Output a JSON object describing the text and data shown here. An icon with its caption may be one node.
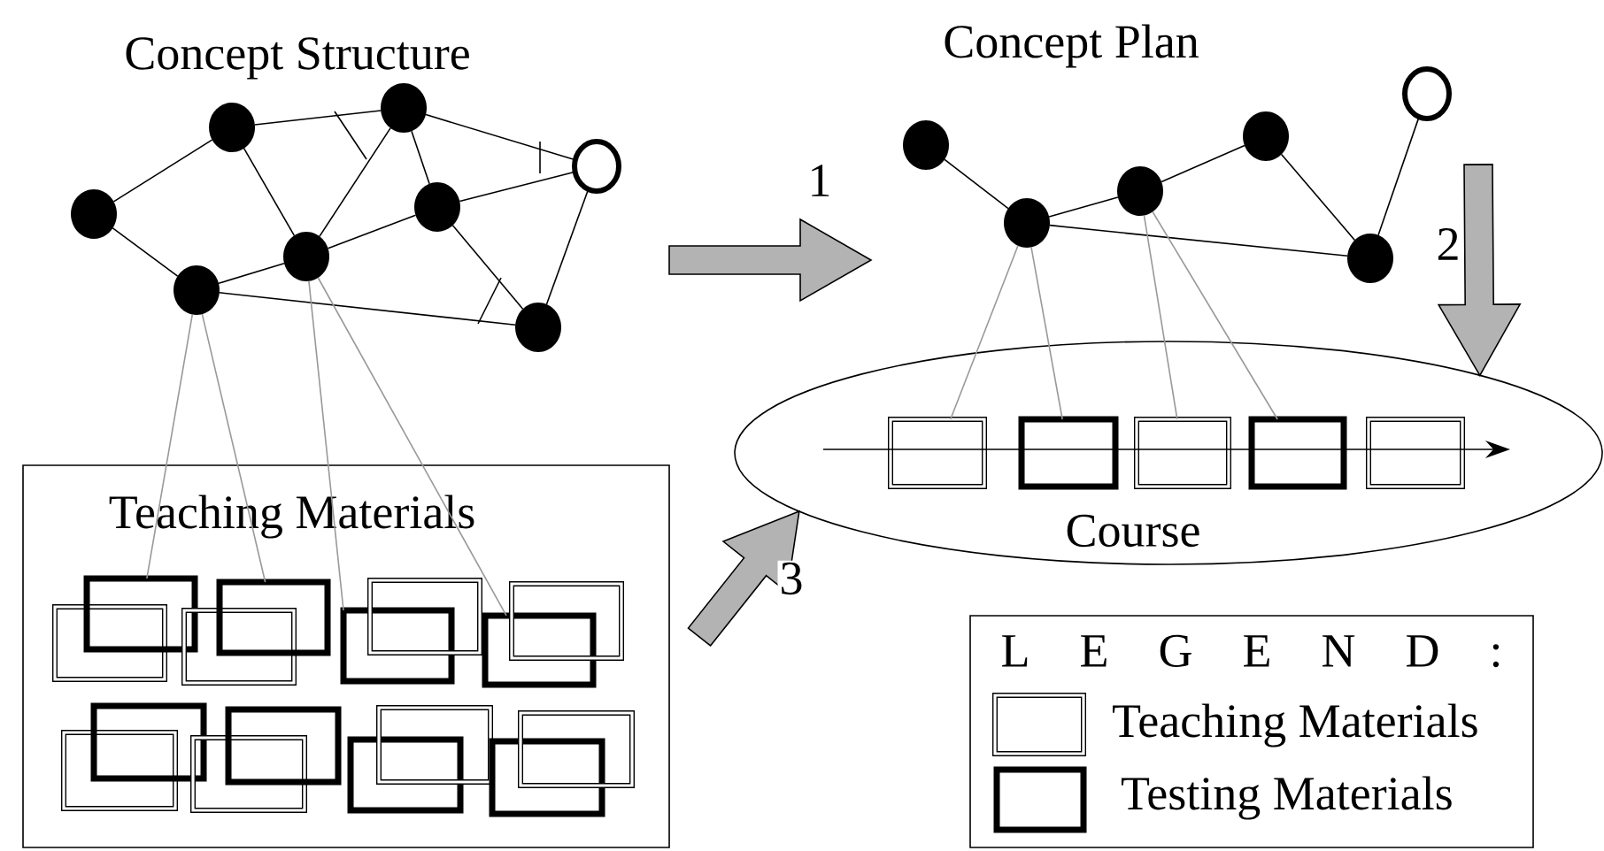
{
  "diagram": {
    "nodes": [
      {
        "text": [],
        "shape": "dot"
      },
      {
        "text": [],
        "shape": "dot"
      },
      {
        "text": [],
        "shape": "dot"
      },
      {
        "text": [],
        "shape": "dot"
      },
      {
        "text": [],
        "shape": "dot"
      },
      {
        "text": [],
        "shape": "dot"
      },
      {
        "text": [],
        "shape": "dot"
      },
      {
        "text": [],
        "shape": "circle"
      },
      {
        "text": [],
        "shape": "dot"
      },
      {
        "text": [],
        "shape": "dot"
      },
      {
        "text": [],
        "shape": "dot"
      },
      {
        "text": [],
        "shape": "dot"
      },
      {
        "text": [],
        "shape": "dot"
      },
      {
        "text": [],
        "shape": "circle"
      },
      {
        "text": [
          "Course"
        ]
      },
      {
        "text": [],
        "shape": "double-box",
        "in": 14
      },
      {
        "text": [],
        "shape": "thick-box",
        "in": 14
      },
      {
        "text": [],
        "shape": "double-box",
        "in": 14
      },
      {
        "text": [],
        "shape": "thick-box",
        "in": 14
      },
      {
        "text": [],
        "shape": "double-box",
        "in": 14
      },
      {
        "text": [
          "Teaching Materials"
        ]
      },
      {
        "text": [],
        "shape": "double-box",
        "in": 20
      },
      {
        "text": [],
        "shape": "thick-box",
        "in": 20
      },
      {
        "text": [],
        "shape": "double-box",
        "in": 20
      },
      {
        "text": [],
        "shape": "thick-box",
        "in": 20
      },
      {
        "text": [],
        "shape": "thick-box",
        "in": 20
      },
      {
        "text": [],
        "shape": "double-box",
        "in": 20
      },
      {
        "text": [],
        "shape": "thick-box",
        "in": 20
      },
      {
        "text": [],
        "shape": "double-box",
        "in": 20
      },
      {
        "text": [],
        "shape": "double-box",
        "in": 20
      },
      {
        "text": [],
        "shape": "thick-box",
        "in": 20
      },
      {
        "text": [],
        "shape": "double-box",
        "in": 20
      },
      {
        "text": [],
        "shape": "thick-box",
        "in": 20
      },
      {
        "text": [],
        "shape": "thick-box",
        "in": 20
      },
      {
        "text": [],
        "shape": "double-box",
        "in": 20
      },
      {
        "text": [],
        "shape": "thick-box",
        "in": 20
      },
      {
        "text": [],
        "shape": "double-box",
        "in": 20
      }
    ],
    "edges": [
      {
        "from": 0,
        "to": 2,
        "arrow": "none"
      },
      {
        "from": 0,
        "to": 1,
        "arrow": "none"
      },
      {
        "from": 2,
        "to": 3,
        "arrow": "none"
      },
      {
        "from": 2,
        "to": 4,
        "arrow": "none"
      },
      {
        "from": 4,
        "to": 3,
        "arrow": "none"
      },
      {
        "from": 4,
        "to": 5,
        "arrow": "none"
      },
      {
        "from": 4,
        "to": 7,
        "arrow": "none"
      },
      {
        "from": 5,
        "to": 7,
        "arrow": "none"
      },
      {
        "from": 1,
        "to": 3,
        "arrow": "none"
      },
      {
        "from": 3,
        "to": 5,
        "arrow": "none"
      },
      {
        "from": 5,
        "to": 6,
        "arrow": "none"
      },
      {
        "from": 7,
        "to": 6,
        "arrow": "none"
      },
      {
        "from": 1,
        "to": 6,
        "arrow": "none"
      },
      {
        "from": 8,
        "to": 9,
        "arrow": "none"
      },
      {
        "from": 9,
        "to": 10,
        "arrow": "none"
      },
      {
        "from": 10,
        "to": 11,
        "arrow": "none"
      },
      {
        "from": 11,
        "to": 12,
        "arrow": "none"
      },
      {
        "from": 13,
        "to": 12,
        "arrow": "none"
      },
      {
        "from": 9,
        "to": 12,
        "arrow": "none"
      },
      {
        "from": 1,
        "to": 22,
        "arrow": "none",
        "color": "#999999"
      },
      {
        "from": 1,
        "to": 24,
        "arrow": "none",
        "color": "#999999"
      },
      {
        "from": 3,
        "to": 25,
        "arrow": "none",
        "color": "#999999"
      },
      {
        "from": 3,
        "to": 27,
        "arrow": "none",
        "color": "#999999"
      },
      {
        "from": 9,
        "to": 15,
        "arrow": "none",
        "color": "#999999"
      },
      {
        "from": 9,
        "to": 16,
        "arrow": "none",
        "color": "#999999"
      },
      {
        "from": 10,
        "to": 17,
        "arrow": "none",
        "color": "#999999"
      },
      {
        "from": 10,
        "to": 18,
        "arrow": "none",
        "color": "#999999"
      },
      {
        "from": null,
        "to": 14,
        "arrow": "to",
        "label": "2"
      },
      {
        "from": null,
        "to": 14,
        "arrow": "to",
        "label": "3"
      }
    ],
    "labels": [
      "Concept Structure",
      "Concept Plan",
      "1",
      "L E G E N D :"
    ],
    "legend": [
      {
        "text": "Teaching Materials"
      },
      {
        "text": "Testing Materials"
      }
    ]
  }
}
